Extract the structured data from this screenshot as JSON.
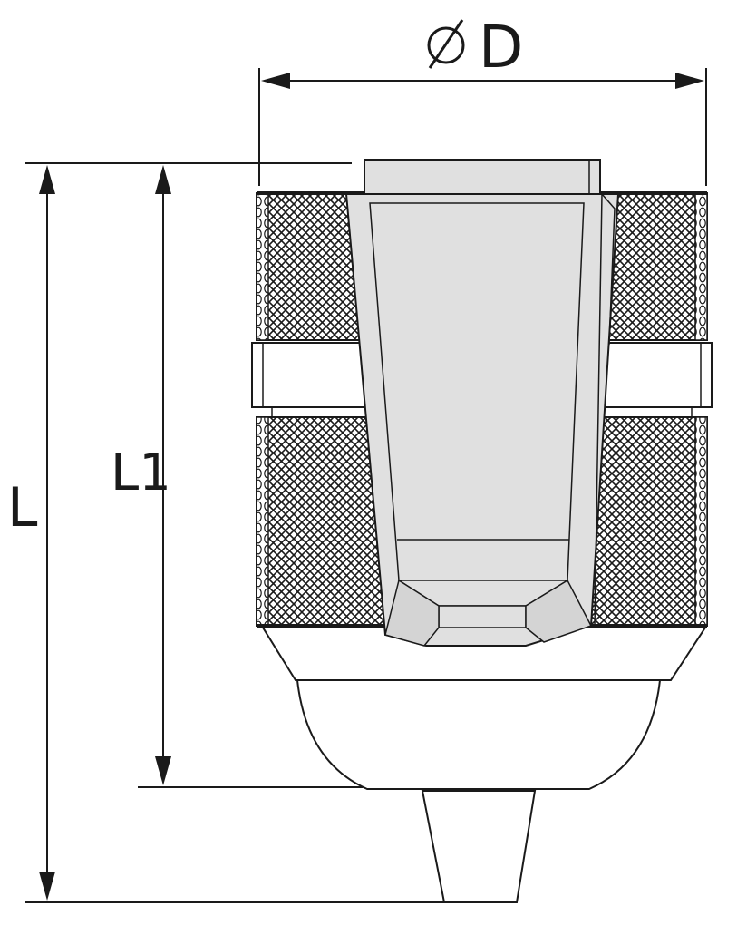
{
  "labels": {
    "diameter": "D",
    "length_total": "L",
    "length_partial": "L1"
  },
  "colors": {
    "line": "#1a1a1a",
    "body_fill": "#e0e0e0",
    "knurl_fill": "#ffffff",
    "background": "#ffffff"
  }
}
